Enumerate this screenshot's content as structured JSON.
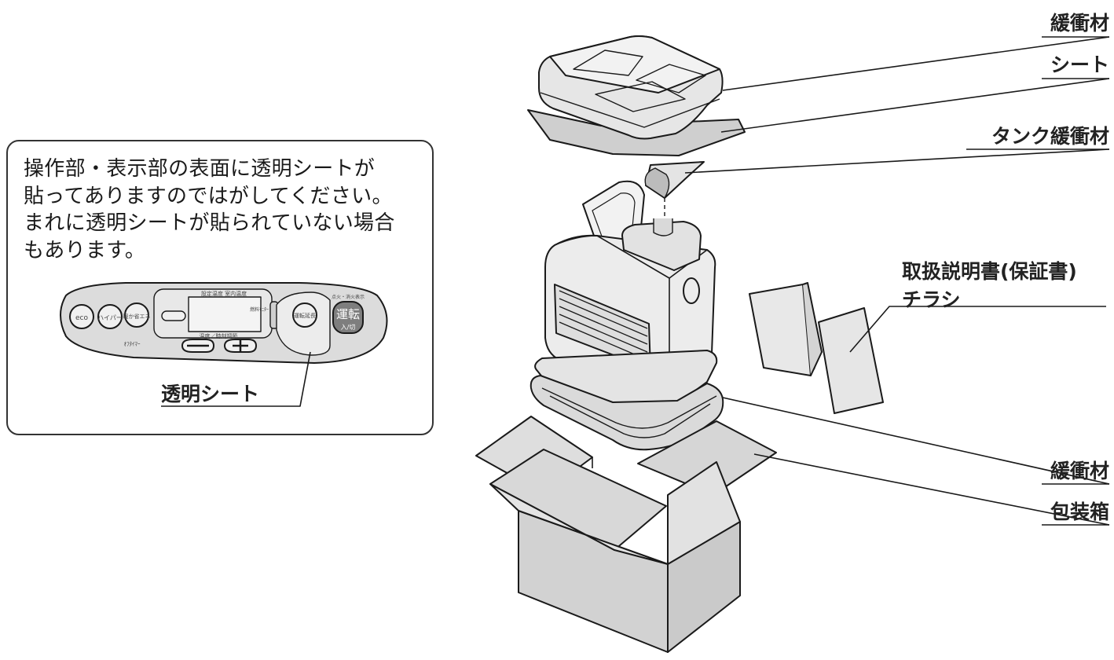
{
  "note": {
    "lines": [
      "操作部・表示部の表面に透明シートが",
      "貼ってありますのではがしてください。",
      "まれに透明シートが貼られていない場合",
      "もあります。"
    ]
  },
  "panel": {
    "eco": "eco",
    "high": "ハイパー",
    "smart": "暖か省エネ",
    "timer": "ｵﾌﾀｲﾏｰ",
    "display_head": "設定温度 室内温度",
    "monitor": "燃料ﾓﾆﾀｰ",
    "temp_label": "温度／時刻調節",
    "operation": "運転延長",
    "power_main": "運転",
    "power_sub": "入/切",
    "power_head": "点火・消火表示"
  },
  "labels": {
    "cushion_top": "緩衝材",
    "sheet": "シート",
    "tank_cushion": "タンク緩衝材",
    "manual": "取扱説明書(保証書)",
    "flyer": "チラシ",
    "cushion_bottom": "緩衝材",
    "box": "包装箱",
    "transparent_sheet": "透明シート"
  },
  "colors": {
    "fill_gray": "#d6d6d6",
    "fill_light": "#ececec",
    "stroke": "#1a1a1a"
  }
}
